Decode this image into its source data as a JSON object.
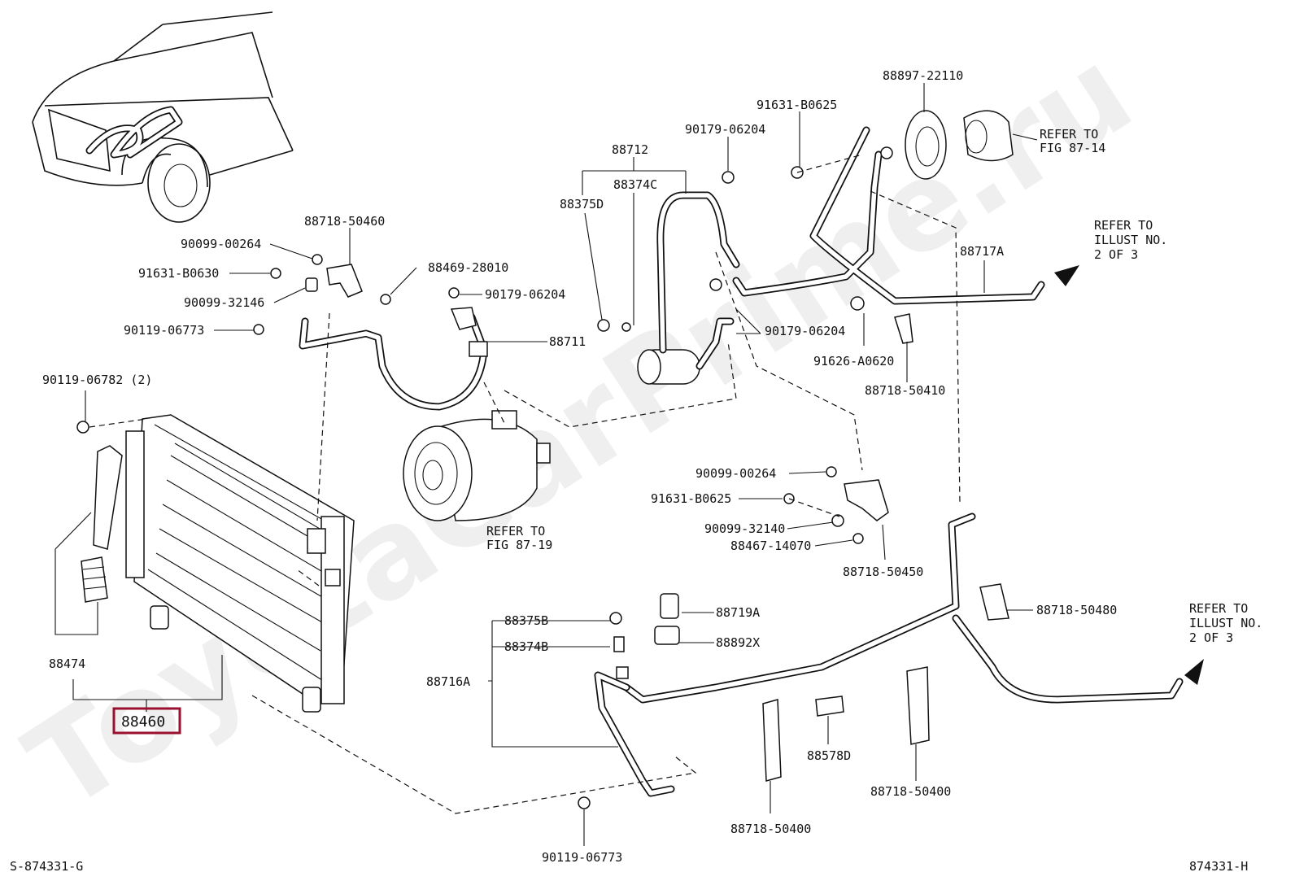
{
  "watermark": "ToyotaCarPrime.ru",
  "diagram_code_left": "S-874331-G",
  "diagram_code_right": "874331-H",
  "highlighted_part": "88460",
  "labels": {
    "p88897_22110": "88897-22110",
    "p91631_B0625_top": "91631-B0625",
    "p90179_06204_top": "90179-06204",
    "p88712": "88712",
    "p88374C": "88374C",
    "p88375D": "88375D",
    "p88718_50460": "88718-50460",
    "p90099_00264_top": "90099-00264",
    "p91631_B0630": "91631-B0630",
    "p90099_32146": "90099-32146",
    "p90119_06773_top": "90119-06773",
    "p88469_28010": "88469-28010",
    "p90179_06204_mid": "90179-06204",
    "p88711": "88711",
    "p90179_06204_right": "90179-06204",
    "p91626_A0620": "91626-A0620",
    "p88718_50410": "88718-50410",
    "p88717A": "88717A",
    "p90119_06782": "90119-06782 (2)",
    "p90099_00264_bot": "90099-00264",
    "p91631_B0625_bot": "91631-B0625",
    "p90099_32140": "90099-32140",
    "p88467_14070": "88467-14070",
    "p88718_50450": "88718-50450",
    "p88718_50480": "88718-50480",
    "p88375B": "88375B",
    "p88719A": "88719A",
    "p88374B": "88374B",
    "p88892X": "88892X",
    "p88716A": "88716A",
    "p88474": "88474",
    "p88460": "88460",
    "p88578D": "88578D",
    "p88718_50400_left": "88718-50400",
    "p88718_50400_right": "88718-50400",
    "p90119_06773_bot": "90119-06773"
  },
  "refer_fig_87_14": [
    "REFER TO",
    "FIG 87-14"
  ],
  "refer_fig_87_19": [
    "REFER TO",
    "FIG 87-19"
  ],
  "refer_illust_top": [
    "REFER TO",
    "ILLUST NO.",
    "2 OF 3"
  ],
  "refer_illust_bottom": [
    "REFER TO",
    "ILLUST NO.",
    "2 OF 3"
  ]
}
